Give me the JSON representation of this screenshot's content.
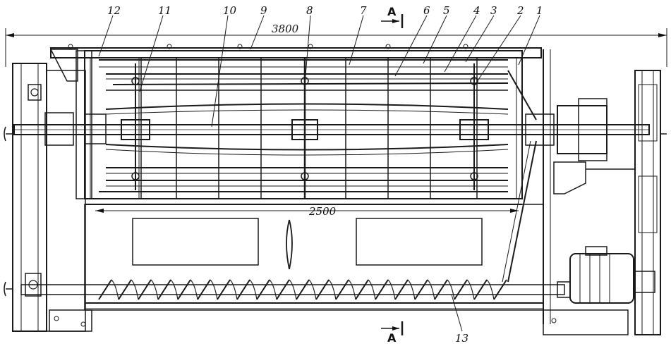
{
  "dimensions": {
    "overall": "3800",
    "inner": "2500"
  },
  "section_marks": {
    "top": "A",
    "bottom": "A"
  },
  "part_labels": [
    "12",
    "11",
    "10",
    "9",
    "8",
    "7",
    "6",
    "5",
    "4",
    "3",
    "2",
    "1",
    "13"
  ]
}
